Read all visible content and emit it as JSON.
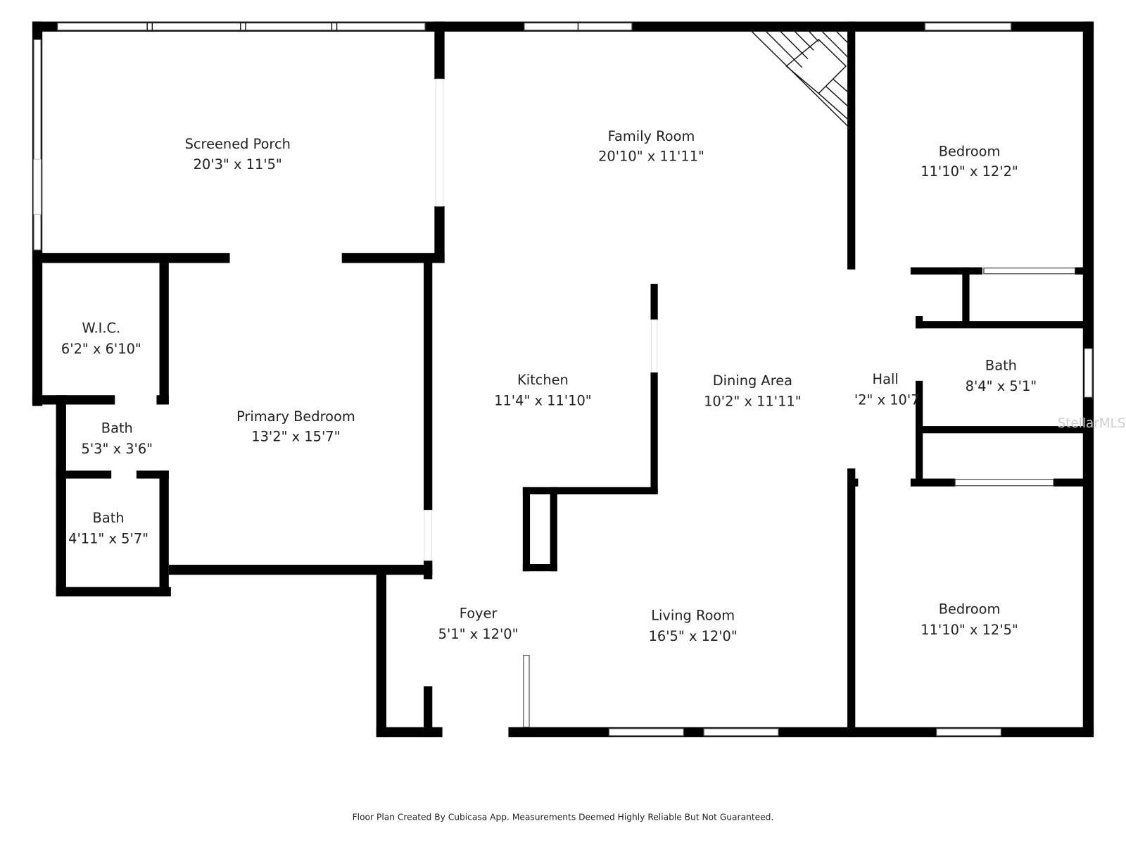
{
  "rooms": [
    {
      "name": "Screened Porch",
      "size": "20'3\" x 11'5\""
    },
    {
      "name": "Family Room",
      "size": "20'10\" x 11'11\""
    },
    {
      "name": "Bedroom",
      "size": "11'10\" x 12'2\""
    },
    {
      "name": "W.I.C.",
      "size": "6'2\" x 6'10\""
    },
    {
      "name": "Primary Bedroom",
      "size": "13'2\" x 15'7\""
    },
    {
      "name": "Kitchen",
      "size": "11'4\" x 11'10\""
    },
    {
      "name": "Dining Area",
      "size": "10'2\" x 11'11\""
    },
    {
      "name": "Hall",
      "size": "'2\" x 10'7"
    },
    {
      "name": "Bath",
      "size": "8'4\" x 5'1\""
    },
    {
      "name": "Bath",
      "size": "5'3\" x 3'6\""
    },
    {
      "name": "Bath",
      "size": "4'11\" x 5'7\""
    },
    {
      "name": "Foyer",
      "size": "5'1\" x 12'0\""
    },
    {
      "name": "Living Room",
      "size": "16'5\" x 12'0\""
    },
    {
      "name": "Bedroom",
      "size": "11'10\" x 12'5\""
    }
  ],
  "footer": "Floor Plan Created By Cubicasa App. Measurements Deemed Highly Reliable But Not Guaranteed.",
  "watermark": "StellarMLS"
}
